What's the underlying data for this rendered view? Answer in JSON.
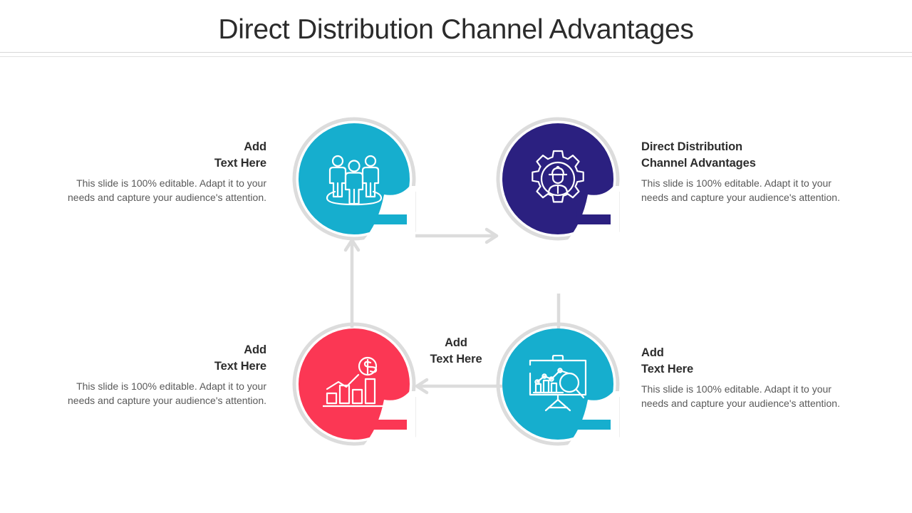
{
  "header": {
    "title": "Direct Distribution Channel Advantages"
  },
  "colors": {
    "cyan": "#16AECE",
    "indigo": "#2B2080",
    "red": "#FB3754",
    "outline_gray": "#DCDCDC",
    "arrow_gray": "#DCDCDC",
    "title_text": "#2B2B2B",
    "body_text": "#595959",
    "background": "#FFFFFF"
  },
  "center_label": {
    "line1": "Add",
    "line2": "Text Here"
  },
  "nodes": [
    {
      "id": "top-left",
      "position": "top-left",
      "color": "#16AECE",
      "icon": "people-group-icon",
      "text_align": "right",
      "title_line1": "Add",
      "title_line2": "Text Here",
      "body": "This slide is 100% editable. Adapt it to your needs and capture your audience's attention."
    },
    {
      "id": "top-right",
      "position": "top-right",
      "color": "#2B2080",
      "icon": "gear-worker-icon",
      "text_align": "left",
      "title_line1": "Direct Distribution",
      "title_line2": "Channel Advantages",
      "body": "This slide is 100% editable. Adapt it to your needs and capture your audience's attention."
    },
    {
      "id": "bottom-left",
      "position": "bottom-left",
      "color": "#FB3754",
      "icon": "bar-chart-dollar-icon",
      "text_align": "right",
      "title_line1": "Add",
      "title_line2": "Text Here",
      "body": "This slide is 100% editable. Adapt it to your needs and capture your audience's attention."
    },
    {
      "id": "bottom-right",
      "position": "bottom-right",
      "color": "#16AECE",
      "icon": "presentation-analysis-icon",
      "text_align": "left",
      "title_line1": "Add",
      "title_line2": "Text Here",
      "body": "This slide is 100% editable. Adapt it to your needs and capture your audience's attention."
    }
  ],
  "connectors": [
    {
      "id": "top",
      "from": "top-left",
      "to": "top-right",
      "direction": "right"
    },
    {
      "id": "right",
      "from": "top-right",
      "to": "bottom-right",
      "direction": "down"
    },
    {
      "id": "bottom",
      "from": "bottom-right",
      "to": "bottom-left",
      "direction": "left"
    },
    {
      "id": "left",
      "from": "bottom-left",
      "to": "top-left",
      "direction": "up"
    }
  ]
}
